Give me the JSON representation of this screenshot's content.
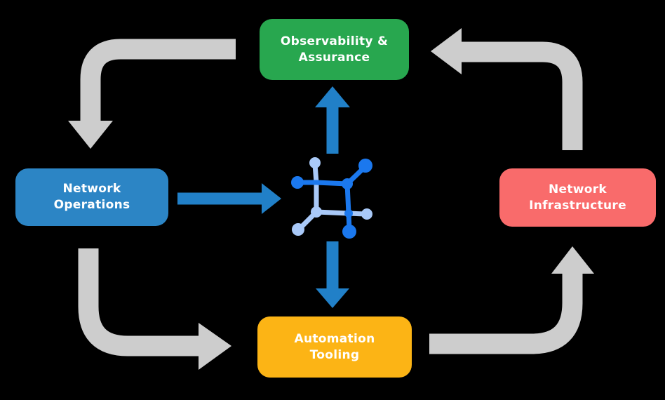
{
  "colors": {
    "background": "#000000",
    "cycle_arrow": "#cdcdcd",
    "flow_arrow": "#2180c8",
    "icon_dark": "#1b78ee",
    "icon_light": "#a9c9f8"
  },
  "diagram": {
    "nodes": [
      {
        "id": "observability-assurance",
        "label": "Observability &\nAssurance",
        "color": "#28a74f",
        "position": "top"
      },
      {
        "id": "network-operations",
        "label": "Network\nOperations",
        "color": "#2c85c5",
        "position": "left"
      },
      {
        "id": "network-infrastructure",
        "label": "Network\nInfrastructure",
        "color": "#f96b6b",
        "position": "right"
      },
      {
        "id": "automation-tooling",
        "label": "Automation\nTooling",
        "color": "#fcb415",
        "position": "bottom"
      }
    ],
    "center_icon": "network-mesh-icon",
    "cycle_arrows": [
      {
        "from": "observability-assurance",
        "to": "network-operations",
        "corner": "top-left"
      },
      {
        "from": "network-operations",
        "to": "automation-tooling",
        "corner": "bottom-left"
      },
      {
        "from": "automation-tooling",
        "to": "network-infrastructure",
        "corner": "bottom-right"
      },
      {
        "from": "network-infrastructure",
        "to": "observability-assurance",
        "corner": "top-right"
      }
    ],
    "flow_arrows": [
      {
        "from": "network-operations",
        "to": "center-icon",
        "direction": "right"
      },
      {
        "from": "center-icon",
        "to": "observability-assurance",
        "direction": "up"
      },
      {
        "from": "center-icon",
        "to": "automation-tooling",
        "direction": "down"
      }
    ]
  }
}
